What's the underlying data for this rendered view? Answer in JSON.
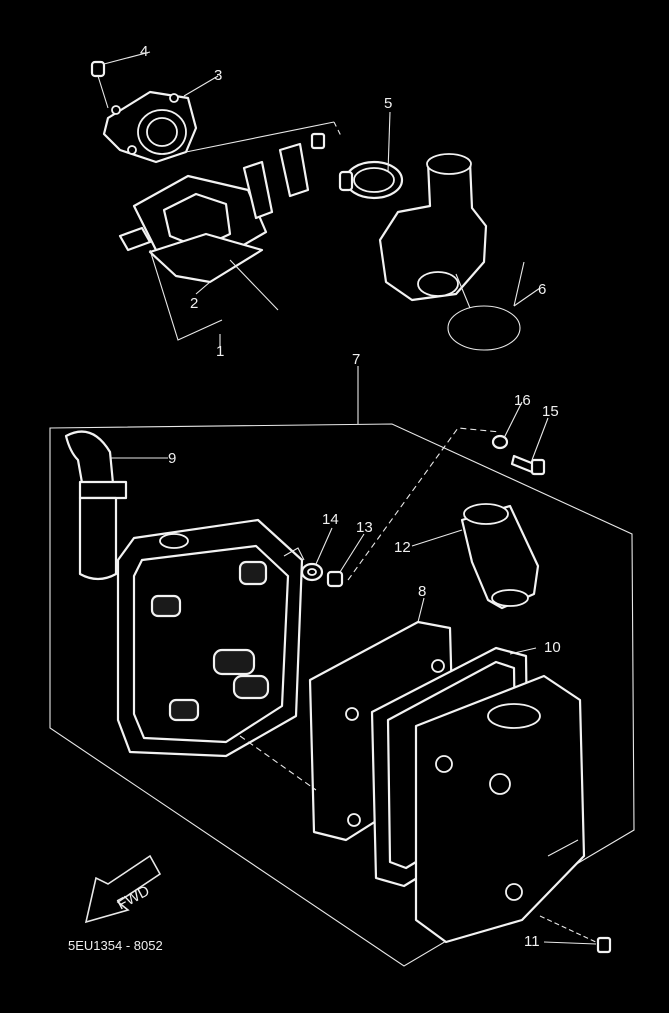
{
  "diagram": {
    "callouts": [
      "1",
      "2",
      "3",
      "4",
      "5",
      "6",
      "7",
      "8",
      "9",
      "10",
      "11",
      "12",
      "13",
      "14",
      "15",
      "16"
    ],
    "direction_label": "FWD",
    "drawing_code": "5EU1354 - 8052"
  },
  "colors": {
    "background": "#000000",
    "line": "#f0f0f0"
  }
}
